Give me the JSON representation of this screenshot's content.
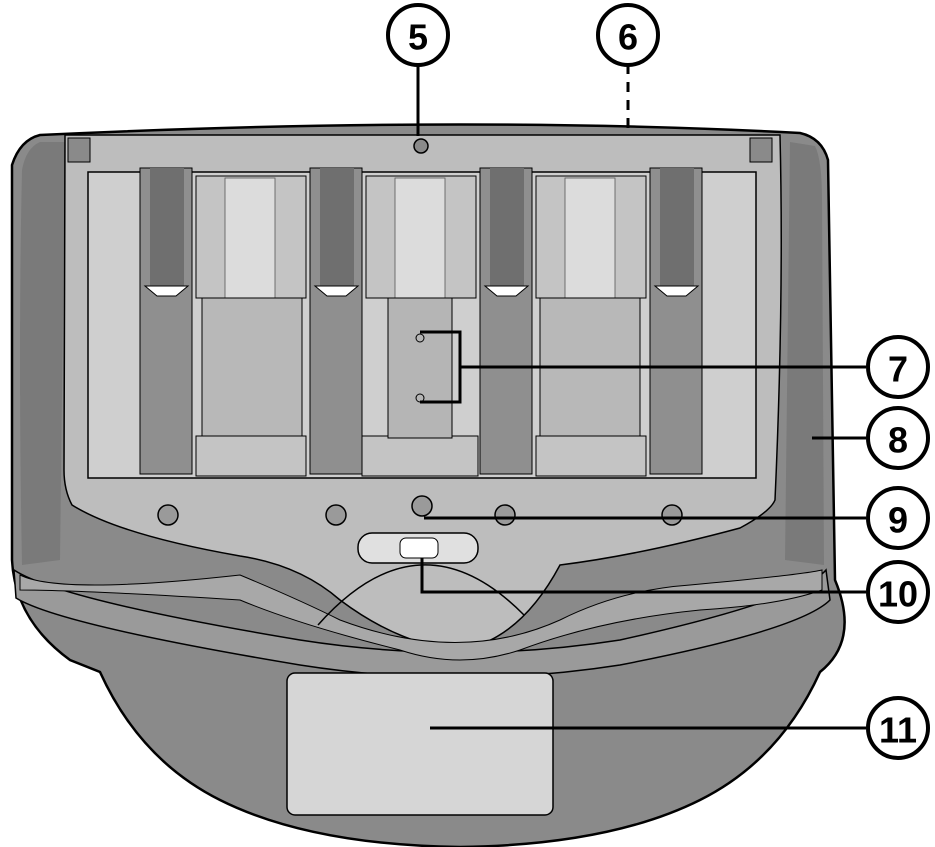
{
  "colors": {
    "outline": "#000000",
    "housing_dark": "#8a8a8a",
    "housing_mid": "#a8a8a8",
    "tray": "#bdbdbd",
    "tray_light": "#cfcfcf",
    "slot_dark": "#6f6f6f",
    "pad": "#d6d6d6",
    "background": "#ffffff"
  },
  "callouts": [
    {
      "id": "5",
      "label": "5"
    },
    {
      "id": "6",
      "label": "6"
    },
    {
      "id": "7",
      "label": "7"
    },
    {
      "id": "8",
      "label": "8"
    },
    {
      "id": "9",
      "label": "9"
    },
    {
      "id": "10",
      "label": "10"
    },
    {
      "id": "11",
      "label": "11"
    }
  ]
}
